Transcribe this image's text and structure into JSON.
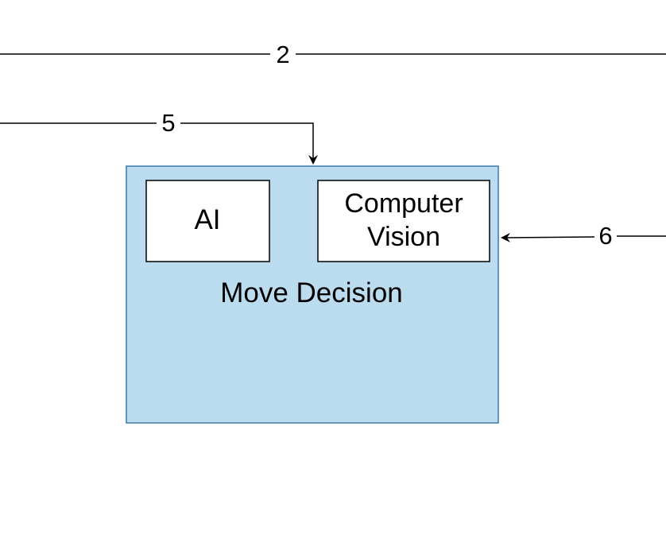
{
  "diagram": {
    "connectors": {
      "edge_2": {
        "label": "2"
      },
      "edge_5": {
        "label": "5"
      },
      "edge_6": {
        "label": "6"
      }
    },
    "container": {
      "label": "Move Decision",
      "fill": "#bbdcee",
      "stroke": "#3a7aa8"
    },
    "boxes": {
      "ai": {
        "label": "AI"
      },
      "computer_vision": {
        "line1": "Computer",
        "line2": "Vision"
      }
    },
    "colors": {
      "line": "#000000",
      "box_fill": "#ffffff"
    }
  }
}
